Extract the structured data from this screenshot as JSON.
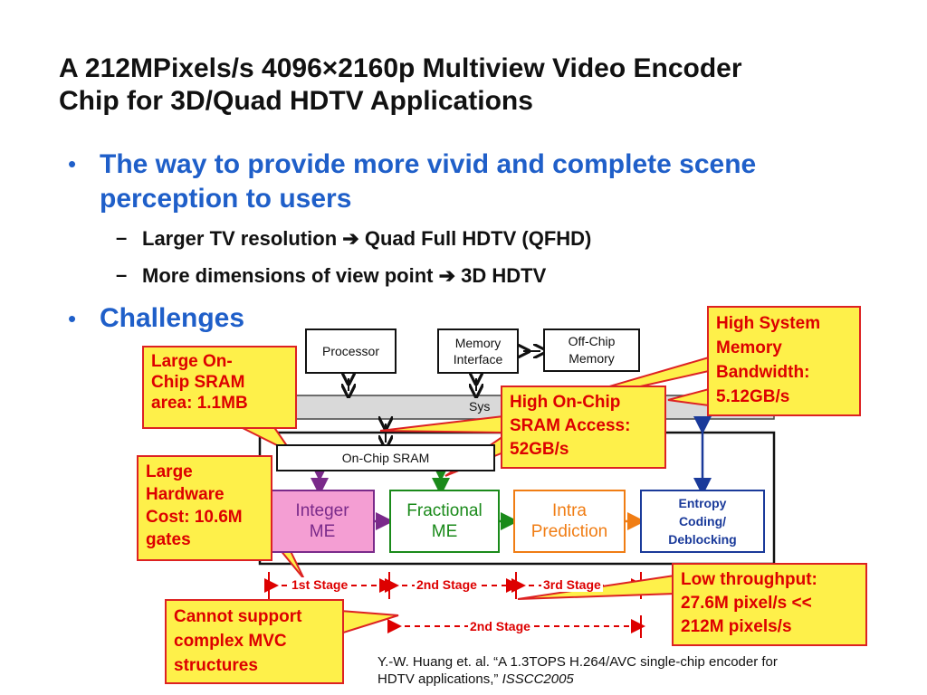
{
  "title": {
    "line1": "A 212MPixels/s 4096×2160p Multiview Video Encoder",
    "line2": "Chip for 3D/Quad HDTV Applications"
  },
  "bullets": [
    {
      "line1": "The way to provide more vivid and complete scene",
      "line2": "perception to users",
      "subs": [
        {
          "before": "Larger TV resolution",
          "arrow": "➔",
          "after": "Quad Full HDTV (QFHD)"
        },
        {
          "before": "More dimensions of view point",
          "arrow": "➔",
          "after": "3D HDTV"
        }
      ]
    },
    {
      "line1": "Challenges"
    }
  ],
  "bullet_glyph": "•",
  "dash_glyph": "–",
  "diagram": {
    "processor": "Processor",
    "memory_interface": [
      "Memory",
      "Interface"
    ],
    "off_chip_memory": [
      "Off-Chip",
      "Memory"
    ],
    "system_bus": "Sys",
    "on_chip_sram": "On-Chip SRAM",
    "integer_me": [
      "Integer",
      "ME"
    ],
    "fractional_me": [
      "Fractional",
      "ME"
    ],
    "intra_prediction": [
      "Intra",
      "Prediction"
    ],
    "entropy": [
      "Entropy",
      "Coding/",
      "Deblocking"
    ],
    "stages": [
      "1st Stage",
      "2nd Stage",
      "3rd Stage"
    ],
    "stage_row2": "2nd Stage"
  },
  "callouts": {
    "sram_area": [
      "Large On-",
      "Chip SRAM",
      "area: 1.1MB"
    ],
    "hardware_cost": [
      "Large",
      "Hardware",
      "Cost: 10.6M",
      "gates"
    ],
    "sram_access": [
      "High On-Chip",
      "SRAM Access:",
      "52GB/s"
    ],
    "memory_bandwidth": [
      "High System",
      "Memory",
      "Bandwidth:",
      "5.12GB/s"
    ],
    "throughput": [
      "Low throughput:",
      "27.6M pixel/s <<",
      "212M pixels/s"
    ],
    "mvc": [
      "Cannot support",
      "complex MVC",
      "structures"
    ]
  },
  "reference": {
    "line1": "Y.-W. Huang et. al. “A 1.3TOPS H.264/AVC single-chip encoder for",
    "line2_prefix": "HDTV applications,” ",
    "line2_italic": "ISSCC2005"
  },
  "colors": {
    "bullet_blue": "#1f5fc9",
    "callout_fill": "#fef04a",
    "callout_border": "#dd2222",
    "callout_text": "#dd0000",
    "integer_me_fill": "#f49ed3",
    "integer_me_text": "#7a2a8a",
    "fractional_me_text": "#1a8a1a",
    "intra_text": "#f07d14",
    "entropy_text": "#1a3a9a"
  }
}
